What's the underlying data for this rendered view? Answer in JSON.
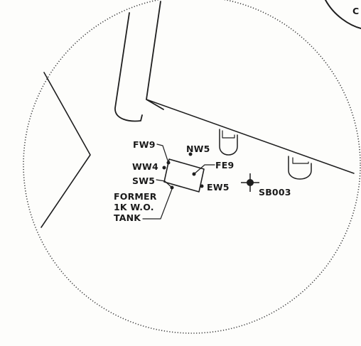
{
  "diagram": {
    "corner_label": "C",
    "samples": {
      "fw9": "FW9",
      "nw5": "NW5",
      "ww4": "WW4",
      "fe9": "FE9",
      "sw5": "SW5",
      "ew5": "EW5",
      "sb003": "SB003"
    },
    "tank_label": {
      "line1": "FORMER",
      "line2": "1K W.O.",
      "line3": "TANK"
    }
  }
}
